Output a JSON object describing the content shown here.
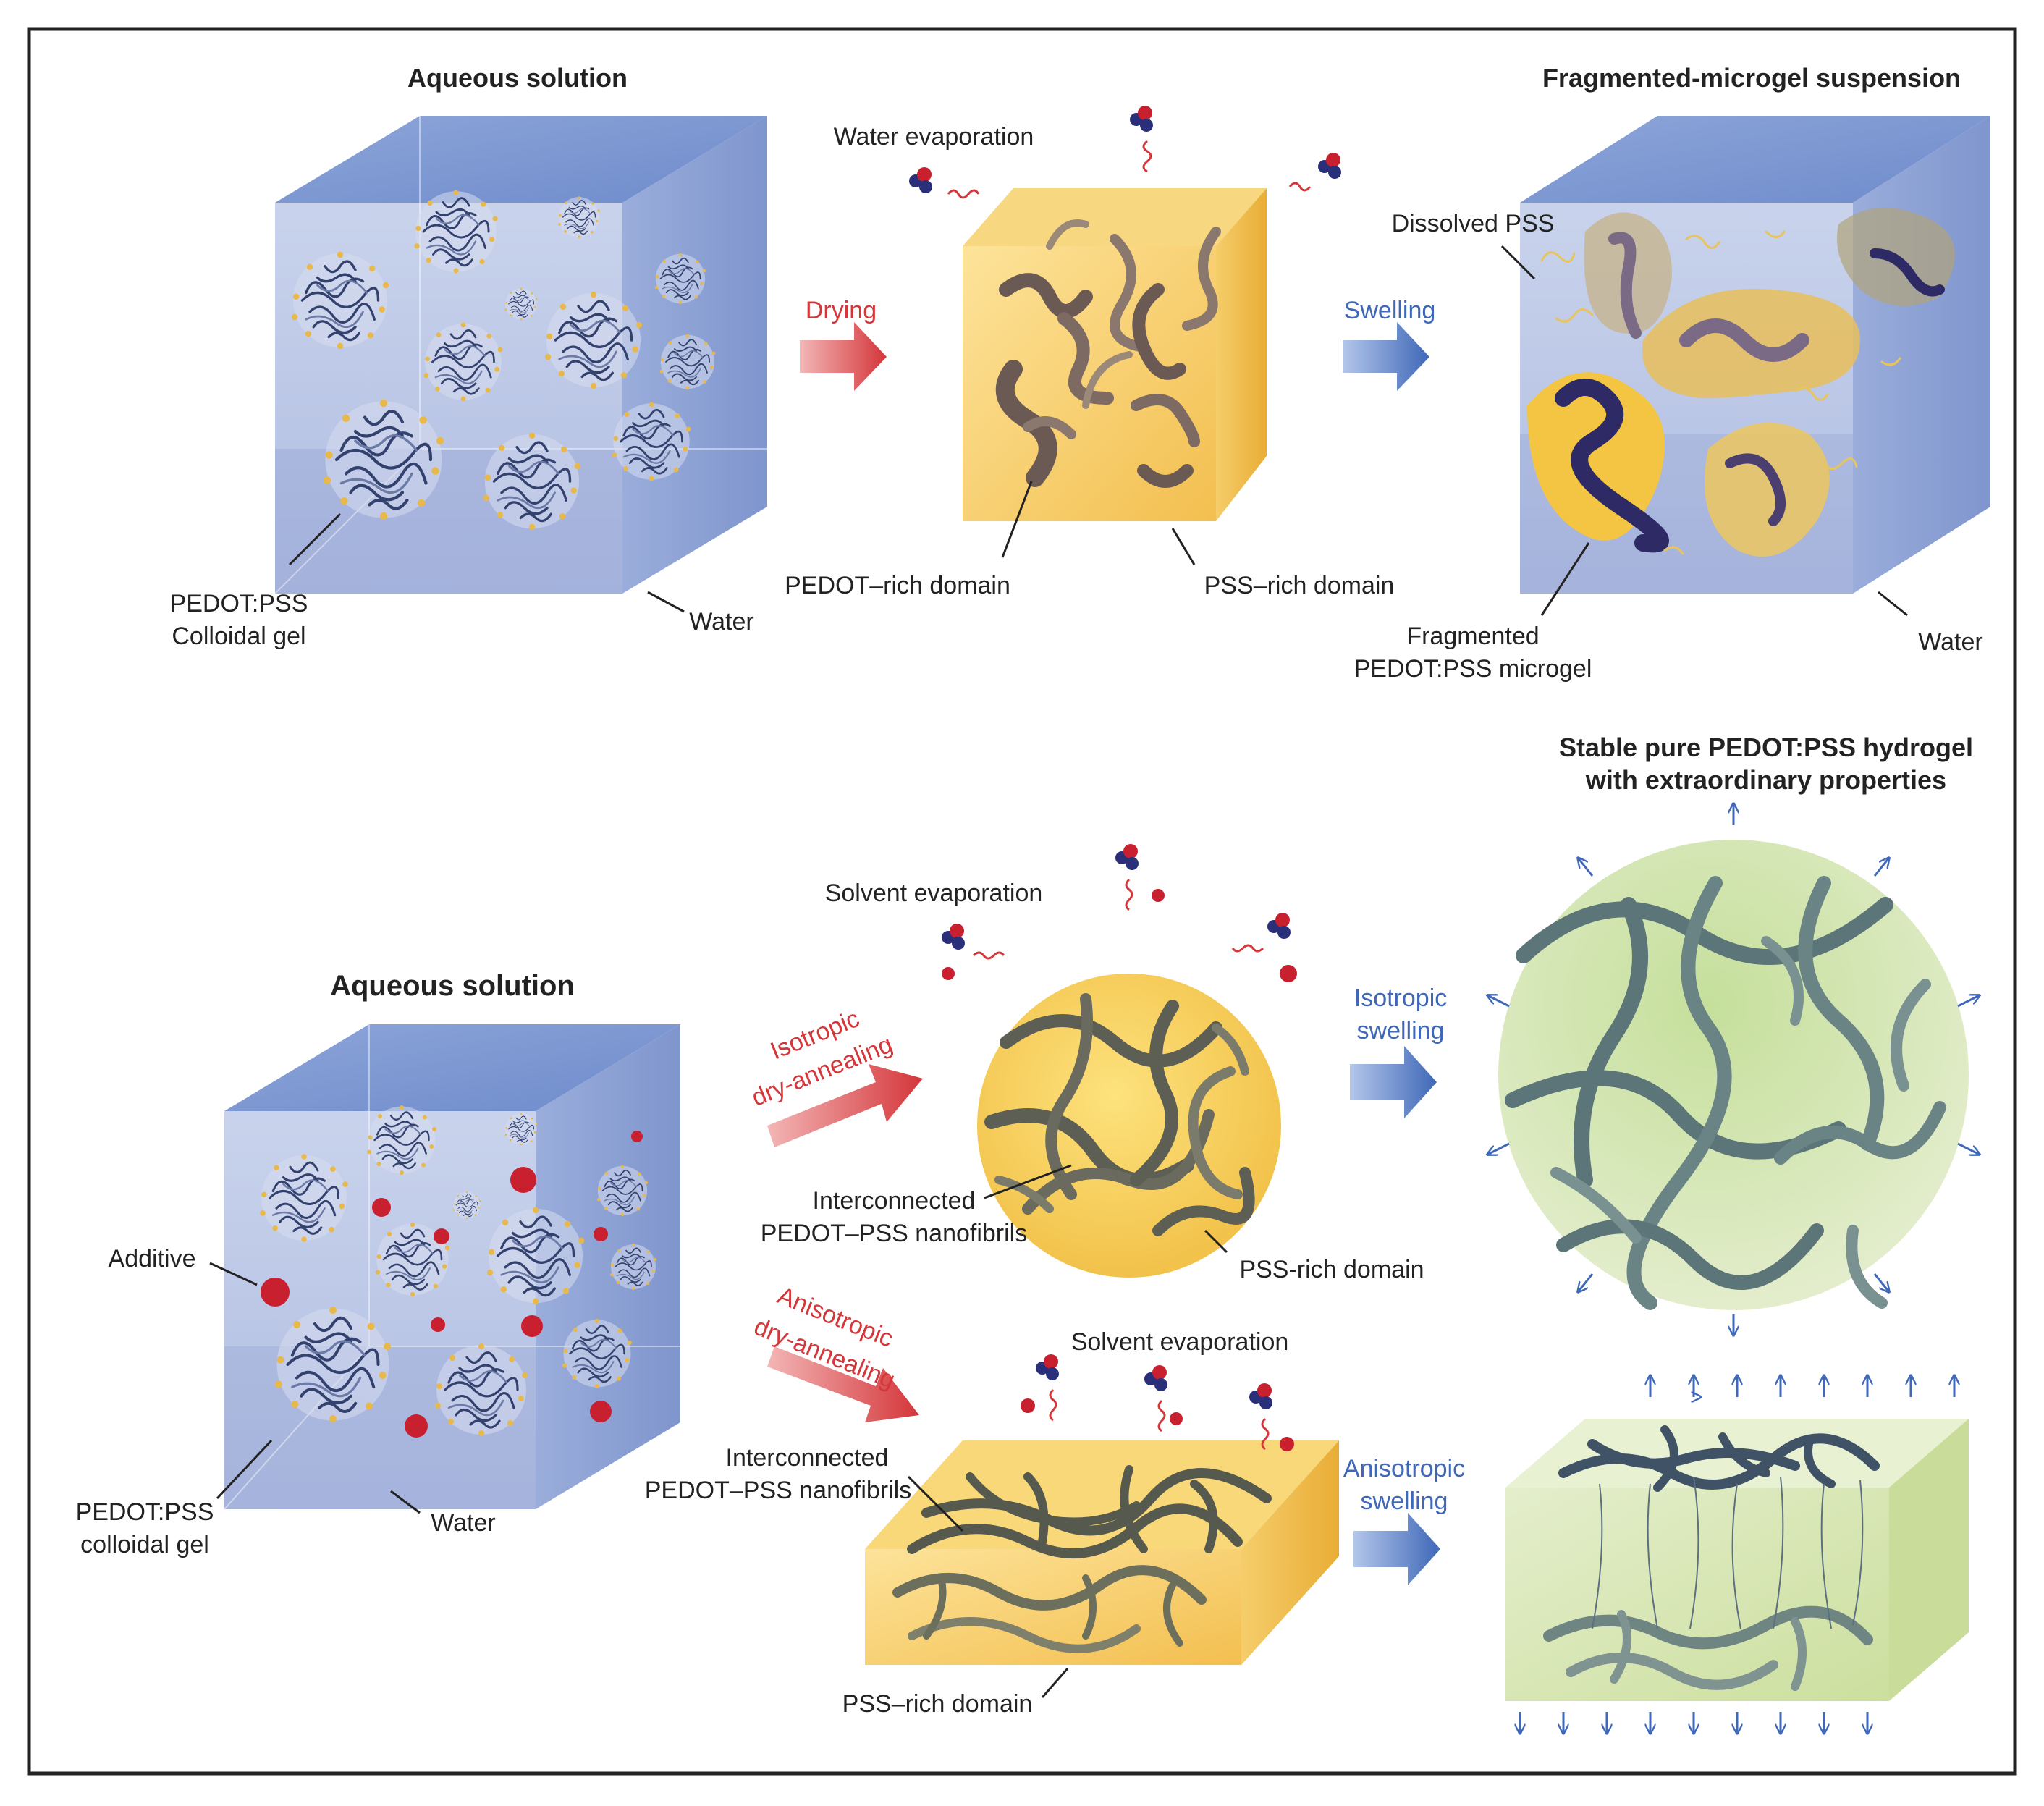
{
  "top": {
    "left_title": "Aqueous solution",
    "right_title": "Fragmented-microgel suspension",
    "water_evaporation": "Water evaporation",
    "drying": "Drying",
    "swelling": "Swelling",
    "dissolved_pss": "Dissolved PSS",
    "colloid_label_1": "PEDOT:PSS",
    "colloid_label_2": "Colloidal gel",
    "water_left": "Water",
    "pedot_rich": "PEDOT–rich domain",
    "pss_rich": "PSS–rich domain",
    "fragmented_1": "Fragmented",
    "fragmented_2": "PEDOT:PSS microgel",
    "water_right": "Water"
  },
  "bottom": {
    "left_title": "Aqueous solution",
    "right_title_1": "Stable pure PEDOT:PSS hydrogel",
    "right_title_2": "with extraordinary properties",
    "solvent_evap_top": "Solvent evaporation",
    "isotropic_1": "Isotropic",
    "isotropic_2": "dry-annealing",
    "isotropic_swelling_1": "Isotropic",
    "isotropic_swelling_2": "swelling",
    "interconnected_1": "Interconnected",
    "interconnected_2": "PEDOT–PSS nanofibrils",
    "pss_rich_sphere": "PSS-rich domain",
    "additive": "Additive",
    "anisotropic_1": "Anisotropic",
    "anisotropic_2": "dry-annealing",
    "solvent_evap_bottom": "Solvent evaporation",
    "interconnected_b1": "Interconnected",
    "interconnected_b2": "PEDOT–PSS nanofibrils",
    "anisotropic_swelling_1": "Anisotropic",
    "anisotropic_swelling_2": "swelling",
    "colloid_label_1": "PEDOT:PSS",
    "colloid_label_2": "colloidal gel",
    "water": "Water",
    "pss_rich_slab": "PSS–rich domain"
  },
  "colors": {
    "water_box": "#8fa6d8",
    "yellow_domain": "#f7c95a",
    "hydrogel_green": "#cfe3a8",
    "red_arrow": "#d4363a",
    "blue_arrow": "#3f68b8",
    "additive": "#c8202e"
  }
}
